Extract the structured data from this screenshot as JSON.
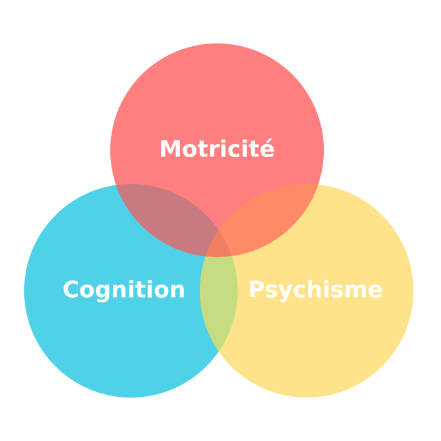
{
  "diagram": {
    "type": "venn",
    "sets": [
      {
        "id": "motricite",
        "label": "Motricité",
        "color": "#ff7f80"
      },
      {
        "id": "cognition",
        "label": "Cognition",
        "color": "#4fd2e7"
      },
      {
        "id": "psychisme",
        "label": "Psychisme",
        "color": "#ffe38a"
      }
    ],
    "overlap_colors": {
      "motricite_cognition": "#c97a80",
      "motricite_psychisme": "#ff8a66",
      "cognition_psychisme": "#c5dc82",
      "all": "#f07f61"
    }
  }
}
